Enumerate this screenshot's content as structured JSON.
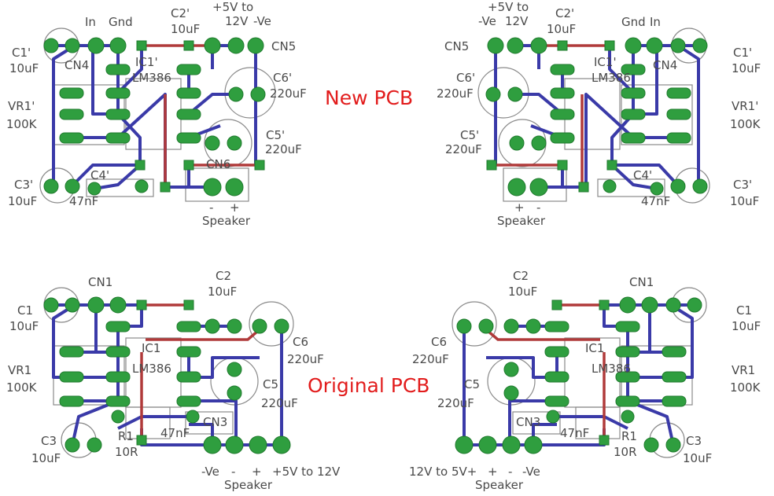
{
  "headings": {
    "new_pcb": "New PCB",
    "original_pcb": "Original PCB"
  },
  "colors": {
    "trace_top": "#b03a3a",
    "trace_bottom": "#3a3aa8",
    "pad": "#2f9e3f",
    "silk": "#8a8a8a",
    "heading": "#e21c1c"
  },
  "labels": {
    "new_left": {
      "c1": "C1'",
      "c1v": "10uF",
      "cn4": "CN4",
      "in": "In",
      "gnd": "Gnd",
      "c2": "C2'",
      "c2v": "10uF",
      "supply1": "+5V to",
      "supply2": "12V",
      "neg": "-Ve",
      "cn5": "CN5",
      "ic": "IC1'",
      "chip": "LM386",
      "c6": "C6'",
      "c6v": "220uF",
      "vr1": "VR1'",
      "vr1v": "100K",
      "c5": "C5'",
      "c5v": "220uF",
      "c3": "C3'",
      "c3v": "10uF",
      "c4": "C4'",
      "c4v": "47nF",
      "cn6": "CN6",
      "minus": "-",
      "plus": "+",
      "speaker": "Speaker"
    },
    "new_right": {
      "supply1": "+5V to",
      "supply2": "12V",
      "neg": "-Ve",
      "c2": "C2'",
      "c2v": "10uF",
      "cn5": "CN5",
      "gnd": "Gnd",
      "in": "In",
      "c1": "C1'",
      "c1v": "10uF",
      "cn4": "CN4",
      "ic": "IC1'",
      "chip": "LM386",
      "c6": "C6'",
      "c6v": "220uF",
      "vr1": "VR1'",
      "vr1v": "100K",
      "c5": "C5'",
      "c5v": "220uF",
      "c4": "C4'",
      "c4v": "47nF",
      "c3": "C3'",
      "c3v": "10uF",
      "minus": "-",
      "plus": "+",
      "speaker": "Speaker"
    },
    "orig_left": {
      "cn1": "CN1",
      "c1": "C1",
      "c1v": "10uF",
      "c2": "C2",
      "c2v": "10uF",
      "ic": "IC1",
      "chip": "LM386",
      "c6": "C6",
      "c6v": "220uF",
      "vr1": "VR1",
      "vr1v": "100K",
      "c5": "C5",
      "c5v": "220uF",
      "c4v": "47nF",
      "cn3": "CN3",
      "r1": "R1",
      "r1v": "10R",
      "c3": "C3",
      "c3v": "10uF",
      "neg": "-Ve",
      "minus": "-",
      "plus": "+",
      "supply": "+5V to 12V",
      "speaker": "Speaker"
    },
    "orig_right": {
      "c2": "C2",
      "c2v": "10uF",
      "cn1": "CN1",
      "c1": "C1",
      "c1v": "10uF",
      "c6": "C6",
      "c6v": "220uF",
      "ic": "IC1",
      "chip": "LM386",
      "vr1": "VR1",
      "vr1v": "100K",
      "c5": "C5",
      "c5v": "220uF",
      "c4v": "47nF",
      "cn3": "CN3",
      "r1": "R1",
      "r1v": "10R",
      "c3": "C3",
      "c3v": "10uF",
      "supply": "12V to 5V+",
      "plus": "+",
      "minus": "-",
      "neg": "-Ve",
      "speaker": "Speaker"
    }
  }
}
